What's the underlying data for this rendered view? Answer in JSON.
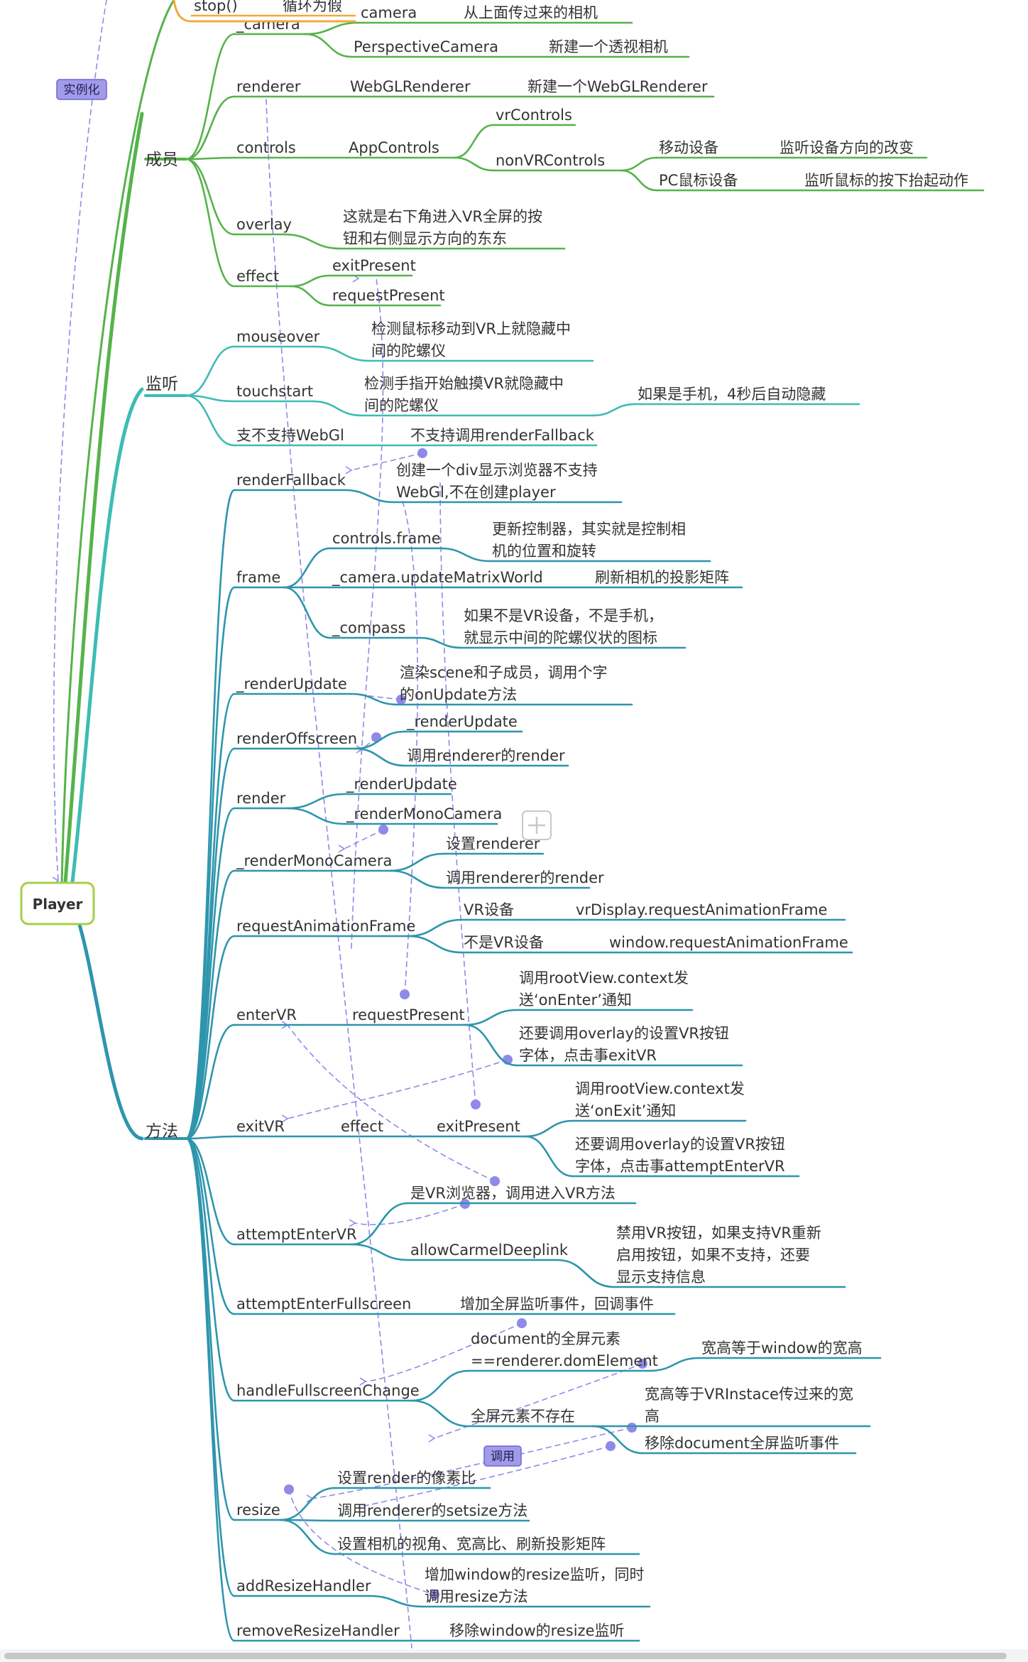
{
  "root": {
    "label": "Player"
  },
  "tags": {
    "instantiate": "实例化",
    "call": "调用"
  },
  "colors": {
    "orange": "#f2a93b",
    "green": "#55b34a",
    "teal": "#3dbcb4",
    "blue": "#2e95ad",
    "dash": "#8f8ae8",
    "root_border": "#a6cf46"
  },
  "branches": [
    {
      "key": "top",
      "label": "",
      "color": "#f2a93b",
      "children": [
        {
          "label": "stop()",
          "children": [
            {
              "label": "循环为假"
            }
          ]
        }
      ]
    },
    {
      "key": "members",
      "label": "成员",
      "color": "#55b34a",
      "children": [
        {
          "label": "_camera",
          "children": [
            {
              "label": "camera",
              "children": [
                {
                  "label": "从上面传过来的相机"
                }
              ]
            },
            {
              "label": "PerspectiveCamera",
              "children": [
                {
                  "label": "新建一个透视相机"
                }
              ]
            }
          ]
        },
        {
          "label": "renderer",
          "children": [
            {
              "label": "WebGLRenderer",
              "children": [
                {
                  "label": "新建一个WebGLRenderer"
                }
              ]
            }
          ]
        },
        {
          "label": "controls",
          "children": [
            {
              "label": "AppControls",
              "children": [
                {
                  "label": "vrControls"
                },
                {
                  "label": "nonVRControls",
                  "children": [
                    {
                      "label": "移动设备",
                      "children": [
                        {
                          "label": "监听设备方向的改变"
                        }
                      ]
                    },
                    {
                      "label": "PC鼠标设备",
                      "children": [
                        {
                          "label": "监听鼠标的按下抬起动作"
                        }
                      ]
                    }
                  ]
                }
              ]
            }
          ]
        },
        {
          "label": "overlay",
          "children": [
            {
              "label": "这就是右下角进入VR全屏的按钮和右侧显示方向的东东"
            }
          ]
        },
        {
          "label": "effect",
          "children": [
            {
              "label": "exitPresent"
            },
            {
              "label": "requestPresent"
            }
          ]
        }
      ]
    },
    {
      "key": "listeners",
      "label": "监听",
      "color": "#3dbcb4",
      "children": [
        {
          "label": "mouseover",
          "children": [
            {
              "label": "检测鼠标移动到VR上就隐藏中间的陀螺仪"
            }
          ]
        },
        {
          "label": "touchstart",
          "children": [
            {
              "label": "检测手指开始触摸VR就隐藏中间的陀螺仪",
              "children": [
                {
                  "label": "如果是手机，4秒后自动隐藏"
                }
              ]
            }
          ]
        },
        {
          "label": "支不支持WebGl",
          "children": [
            {
              "label": "不支持调用renderFallback"
            }
          ]
        }
      ]
    },
    {
      "key": "methods",
      "label": "方法",
      "color": "#2e95ad",
      "children": [
        {
          "label": "renderFallback",
          "children": [
            {
              "label": "创建一个div显示浏览器不支持WebGl,不在创建player"
            }
          ]
        },
        {
          "label": "frame",
          "children": [
            {
              "label": "controls.frame",
              "children": [
                {
                  "label": "更新控制器，其实就是控制相机的位置和旋转"
                }
              ]
            },
            {
              "label": "_camera.updateMatrixWorld",
              "children": [
                {
                  "label": "刷新相机的投影矩阵"
                }
              ]
            },
            {
              "label": "_compass",
              "children": [
                {
                  "label": "如果不是VR设备，不是手机，就显示中间的陀螺仪状的图标"
                }
              ]
            }
          ]
        },
        {
          "label": "_renderUpdate",
          "children": [
            {
              "label": "渲染scene和子成员，调用个字的onUpdate方法"
            }
          ]
        },
        {
          "label": "renderOffscreen",
          "children": [
            {
              "label": "_renderUpdate"
            },
            {
              "label": "调用renderer的render"
            }
          ]
        },
        {
          "label": "render",
          "children": [
            {
              "label": "_renderUpdate"
            },
            {
              "label": "_renderMonoCamera"
            }
          ]
        },
        {
          "label": "_renderMonoCamera",
          "children": [
            {
              "label": "设置renderer"
            },
            {
              "label": "调用renderer的render"
            }
          ]
        },
        {
          "label": "requestAnimationFrame",
          "children": [
            {
              "label": "VR设备",
              "children": [
                {
                  "label": "vrDisplay.requestAnimationFrame"
                }
              ]
            },
            {
              "label": "不是VR设备",
              "children": [
                {
                  "label": "window.requestAnimationFrame"
                }
              ]
            }
          ]
        },
        {
          "label": "enterVR",
          "children": [
            {
              "label": "requestPresent",
              "children": [
                {
                  "label": "调用rootView.context发送'onEnter'通知"
                },
                {
                  "label": "还要调用overlay的设置VR按钮字体，点击事exitVR"
                }
              ]
            }
          ]
        },
        {
          "label": "exitVR",
          "children": [
            {
              "label": "effect",
              "children": [
                {
                  "label": "exitPresent",
                  "children": [
                    {
                      "label": "调用rootView.context发送'onExit'通知"
                    },
                    {
                      "label": "还要调用overlay的设置VR按钮字体，点击事attemptEnterVR"
                    }
                  ]
                }
              ]
            }
          ]
        },
        {
          "label": "attemptEnterVR",
          "children": [
            {
              "label": "是VR浏览器，调用进入VR方法"
            },
            {
              "label": "allowCarmelDeeplink",
              "children": [
                {
                  "label": "禁用VR按钮，如果支持VR重新启用按钮，如果不支持，还要显示支持信息"
                }
              ]
            }
          ]
        },
        {
          "label": "attemptEnterFullscreen",
          "children": [
            {
              "label": "增加全屏监听事件，回调事件"
            }
          ]
        },
        {
          "label": "handleFullscreenChange",
          "children": [
            {
              "label": "document的全屏元素==renderer.domElement",
              "children": [
                {
                  "label": "宽高等于window的宽高"
                }
              ]
            },
            {
              "label": "全屏元素不存在",
              "children": [
                {
                  "label": "宽高等于VRInstace传过来的宽高"
                },
                {
                  "label": "移除document全屏监听事件"
                }
              ]
            }
          ]
        },
        {
          "label": "resize",
          "children": [
            {
              "label": "设置render的像素比"
            },
            {
              "label": "调用renderer的setsize方法"
            },
            {
              "label": "设置相机的视角、宽高比、刷新投影矩阵"
            }
          ]
        },
        {
          "label": "addResizeHandler",
          "children": [
            {
              "label": "增加window的resize监听，同时调用resize方法"
            }
          ]
        },
        {
          "label": "removeResizeHandler",
          "children": [
            {
              "label": "移除window的resize监听"
            }
          ]
        }
      ]
    }
  ]
}
